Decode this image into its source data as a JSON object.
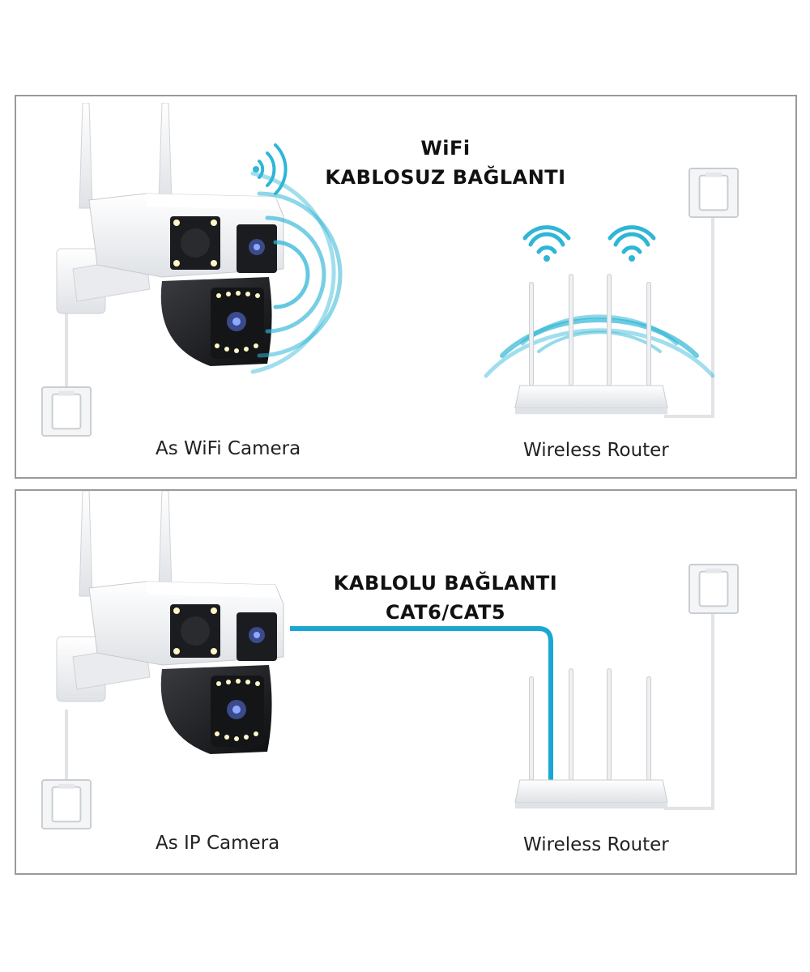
{
  "colors": {
    "signal": "#2fb6d6",
    "cable": "#1aa7d4",
    "border": "#9a9a9a",
    "device_white": "#f2f3f5",
    "camera_black": "#1b1c1f"
  },
  "panels": [
    {
      "heading_line1": "WiFi",
      "heading_line2": "KABLOSUZ BAĞLANTI",
      "camera_label": "As WiFi Camera",
      "router_label": "Wireless Router",
      "icons": [
        "wifi-signal-icon",
        "router-wifi-icon"
      ]
    },
    {
      "heading_line1": "KABLOLU BAĞLANTI",
      "heading_line2": "CAT6/CAT5",
      "camera_label": "As IP Camera",
      "router_label": "Wireless Router",
      "icons": [
        "ethernet-cable"
      ]
    }
  ]
}
